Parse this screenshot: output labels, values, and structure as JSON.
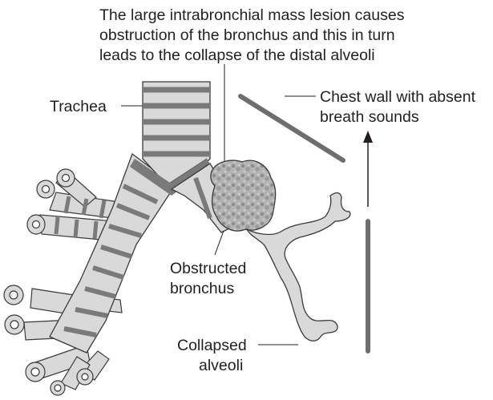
{
  "caption": {
    "line1": "The large intrabronchial mass lesion causes",
    "line2": "obstruction of the bronchus and this in turn",
    "line3": "leads to the collapse of the distal alveoli"
  },
  "labels": {
    "trachea": "Trachea",
    "chest_wall_line1": "Chest wall with absent",
    "chest_wall_line2": "breath sounds",
    "obstructed_line1": "Obstructed",
    "obstructed_line2": "bronchus",
    "collapsed_line1": "Collapsed",
    "collapsed_line2": "alveoli"
  },
  "colors": {
    "text": "#231f20",
    "airway_fill": "#d9d9d9",
    "airway_ring": "#7a7a7a",
    "outline": "#3a3a3a",
    "mass": "#a9a9a9",
    "chest_wall": "#6e6e6e"
  }
}
